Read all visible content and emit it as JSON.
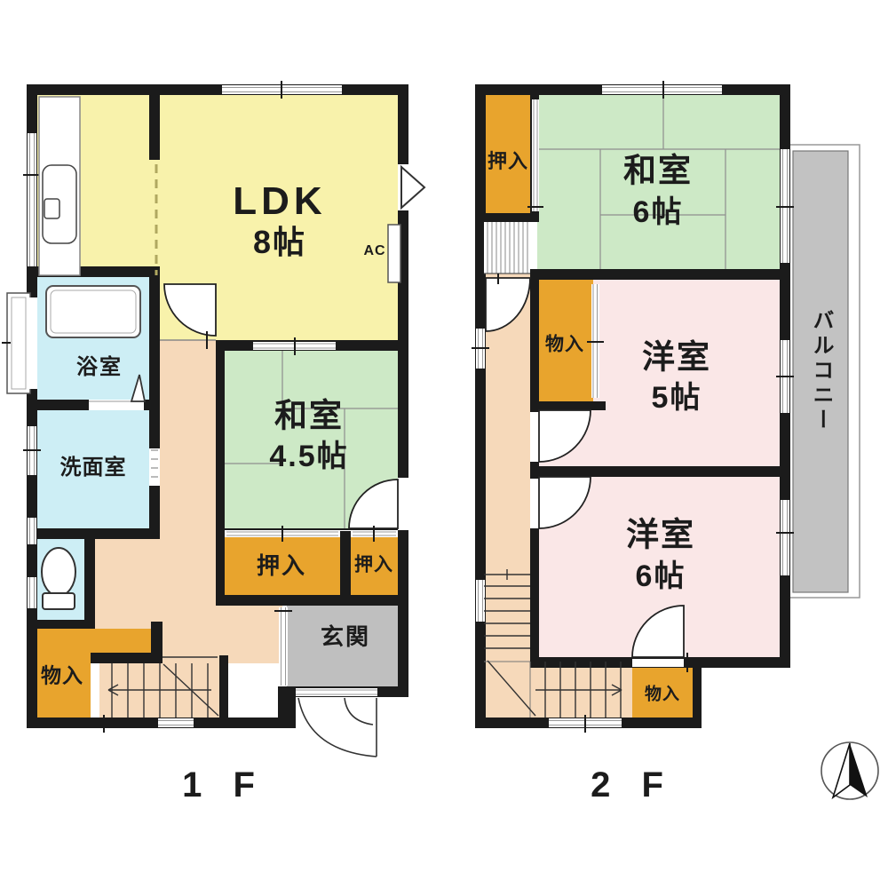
{
  "floor1": {
    "floor_label": "1 F",
    "ldk_label": "LDK",
    "ldk_size": "8帖",
    "washitsu_label": "和室",
    "washitsu_size": "4.5帖",
    "bath_label": "浴室",
    "senmen_label": "洗面室",
    "oshiire_a_label": "押入",
    "oshiire_b_label": "押入",
    "monoire_label": "物入",
    "genkan_label": "玄関",
    "ac_label": "AC"
  },
  "floor2": {
    "floor_label": "2 F",
    "oshiire_label": "押入",
    "washitsu_label": "和室",
    "washitsu_size": "6帖",
    "monoire_mid_label": "物入",
    "yoshitsu5_label": "洋室",
    "yoshitsu5_size": "5帖",
    "yoshitsu6_label": "洋室",
    "yoshitsu6_size": "6帖",
    "monoire_btm_label": "物入",
    "balcony_label": "バルコニー"
  },
  "compass": {
    "direction": "north"
  },
  "colors": {
    "wall": "#1b1b1b",
    "ldk_yellow": "#f8f2ab",
    "tatami_green": "#cde9c6",
    "western_pink": "#fae7e7",
    "closet_orange": "#e8a42d",
    "wet_area_cyan": "#cdeef5",
    "hall_peach": "#f6d9ba",
    "entry_gray": "#bfbfbf",
    "balcony_gray": "#c2c2c2"
  }
}
